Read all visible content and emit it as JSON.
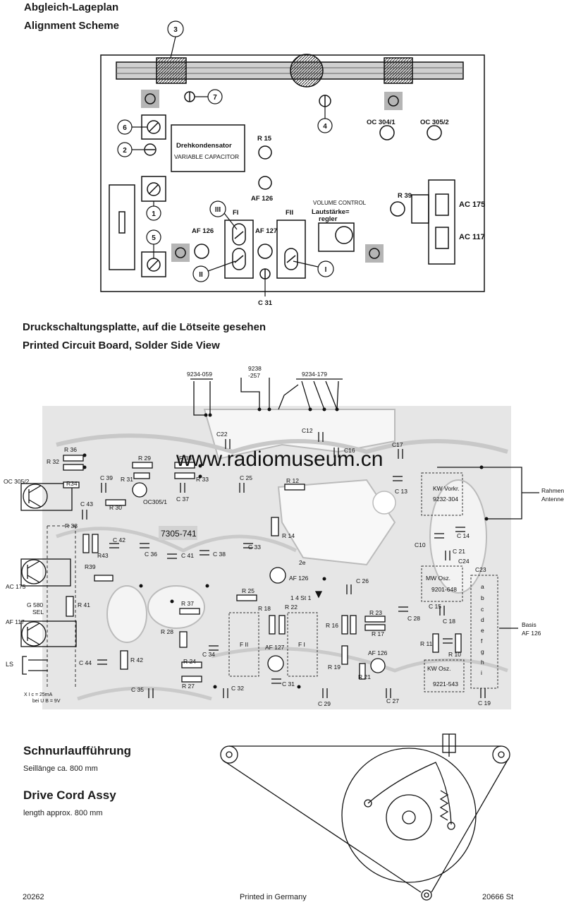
{
  "alignment": {
    "title_de": "Abgleich-Lageplan",
    "title_en": "Alignment Scheme",
    "callouts": [
      "3",
      "7",
      "4",
      "6",
      "2",
      "1",
      "5",
      "III",
      "II",
      "I"
    ],
    "variable_capacitor_de": "Drehkondensator",
    "variable_capacitor_en": "VARIABLE CAPACITOR",
    "r15": "R 15",
    "af126_top": "AF 126",
    "oc304": "OC 304/1",
    "oc305": "OC 305/2",
    "volume_en": "VOLUME CONTROL",
    "volume_de1": "Lautstärke=",
    "volume_de2": "regler",
    "r39": "R 39",
    "ac175": "AC 175",
    "ac117": "AC 117",
    "fi": "FI",
    "fii": "FII",
    "af126_left": "AF 126",
    "af127": "AF 127",
    "c31": "C 31"
  },
  "pcb": {
    "title_de": "Druckschaltungsplatte, auf die Lötseite gesehen",
    "title_en": "Printed Circuit Board, Solder Side View",
    "conn1": "9234-059",
    "conn2a": "9238",
    "conn2b": "-257",
    "conn3": "9234-179",
    "frame_antenna": "Rahmen-",
    "frame_antenna2": "Antenne",
    "basis1": "Basis",
    "basis2": "AF 126",
    "ls": "LS",
    "note1": "X  I c = 25mA",
    "note2": "bei U B = 9V",
    "board_no": "7305-741",
    "kw_vorkr": "KW Vorkr.",
    "kw_vorkr_no": "9232-304",
    "mw_osz": "MW Osz.",
    "mw_osz_no": "9201-648",
    "kw_osz": "KW Osz.",
    "kw_osz_no": "9221-543",
    "watermark": "www.radiomuseum.cn",
    "parts": {
      "c22": "C22",
      "c12": "C12",
      "c16": "C16",
      "c17": "C17",
      "r36": "R 36",
      "r32": "R 32",
      "r29": "R 29",
      "r35": "R 35",
      "oc3052": "OC 305/2",
      "r34": "R34",
      "c39": "C 39",
      "r31": "R 31",
      "r33": "R 33",
      "c25": "C 25",
      "r12": "R 12",
      "c13": "C 13",
      "c43": "C 43",
      "r30": "R 30",
      "oc3051": "OC305/1",
      "c37": "C 37",
      "r38": "R 38",
      "c42": "C 42",
      "r43": "R43",
      "c36": "C 36",
      "c41": "C 41",
      "c38": "C 38",
      "c33": "C 33",
      "r14": "R 14",
      "c10": "C10",
      "c14": "C 14",
      "c21": "C 21",
      "c24": "C24",
      "c23": "C23",
      "ac175": "AC 175",
      "r39": "R39",
      "r25": "R 25",
      "af126": "AF 126",
      "e2": "2e",
      "c26": "C 26",
      "g580a": "G 580",
      "g580b": "SEL",
      "r41": "R 41",
      "r37": "R 37",
      "r18": "R 18",
      "r22": "R 22",
      "st": "1 4 St 1",
      "af117": "AF 117",
      "r28": "R 28",
      "fii": "F II",
      "af127": "AF 127",
      "fi": "F I",
      "r16": "R 16",
      "r23": "R 23",
      "r17": "R 17",
      "c28": "C 28",
      "c15": "C 15",
      "c18": "C 18",
      "r11": "R 11",
      "r10": "R 10",
      "c34": "C 34",
      "r24": "R 24",
      "r42": "R 42",
      "c44": "C 44",
      "r27": "R 27",
      "c31": "C 31",
      "r19": "R 19",
      "r21": "R 21",
      "af126b": "AF 126",
      "c35": "C 35",
      "c32": "C 32",
      "c29": "C 29",
      "c27": "C 27",
      "c19": "C 19",
      "pins": [
        "a",
        "b",
        "c",
        "d",
        "e",
        "f",
        "g",
        "h",
        "i"
      ]
    }
  },
  "drive_cord": {
    "title_de": "Schnurlaufführung",
    "length_de": "Seillänge ca. 800 mm",
    "title_en": "Drive Cord Assy",
    "length_en": "length approx. 800 mm"
  },
  "footer": {
    "left": "20262",
    "center": "Printed in Germany",
    "right": "20666 St"
  }
}
